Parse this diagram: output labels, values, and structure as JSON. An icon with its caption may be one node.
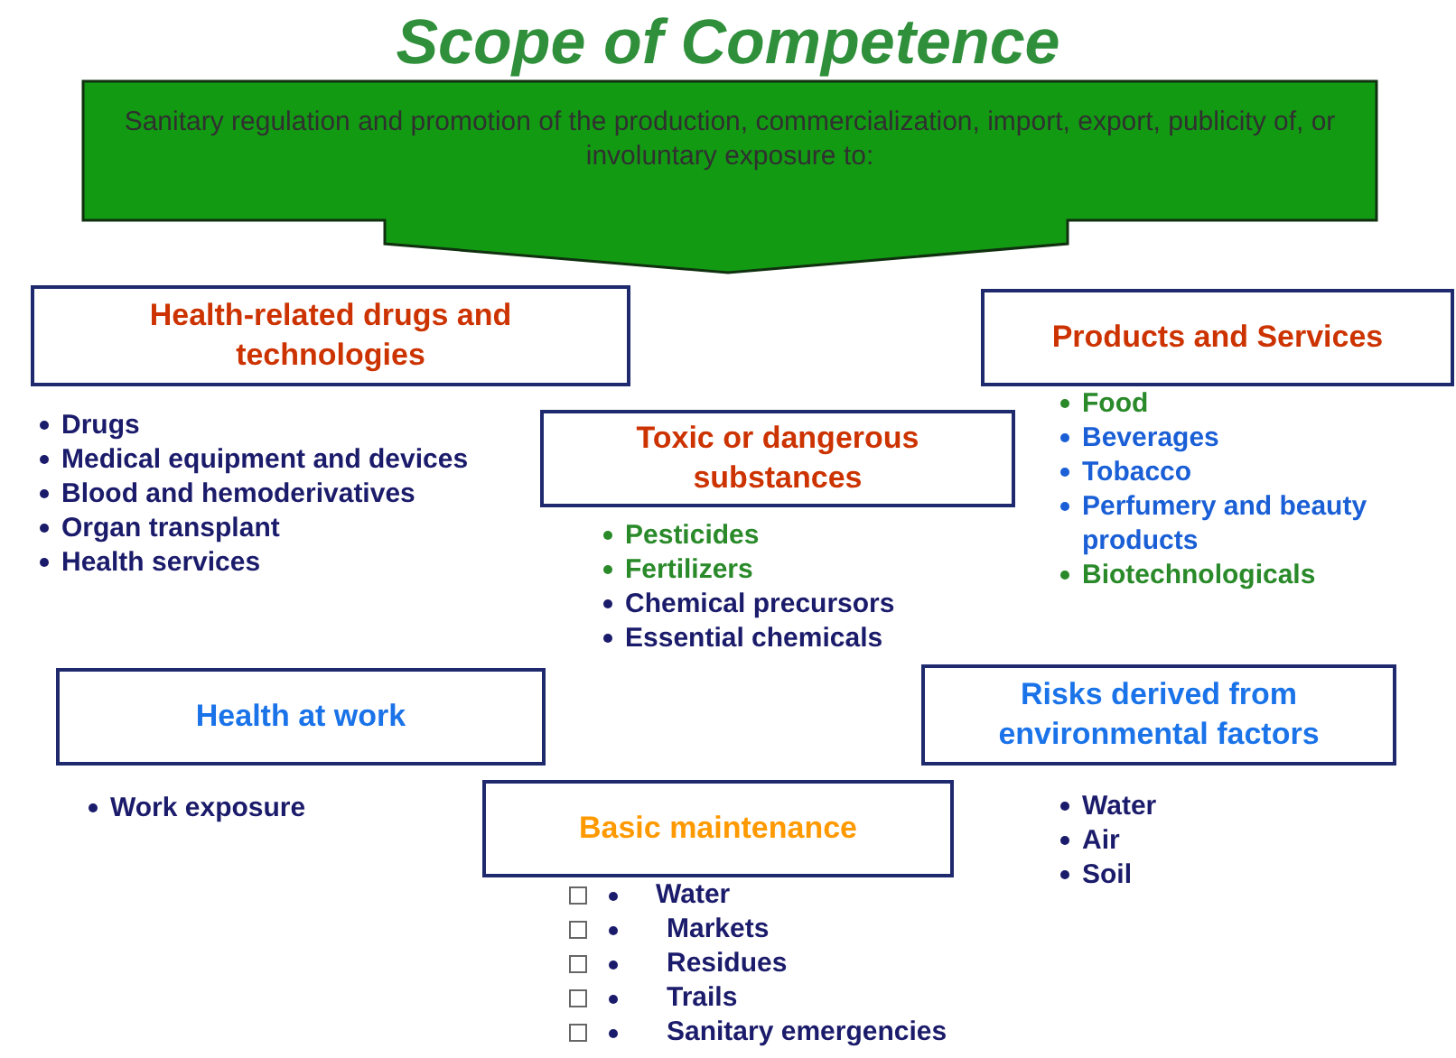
{
  "diagram": {
    "title": "Scope of Competence",
    "nodes": [
      {
        "text": [
          "Sanitary regulation and promotion of the production, commercialization, import, export, publicity of, or involuntary exposure to:"
        ]
      },
      {
        "text": [
          "Health-related drugs and technologies"
        ],
        "beside": [
          "Drugs",
          "Medical equipment and devices",
          "Blood and hemoderivatives",
          "Organ transplant",
          "Health services"
        ]
      },
      {
        "text": [
          "Products and Services"
        ],
        "beside": [
          "Food",
          "Beverages",
          "Tobacco",
          "Perfumery and beauty products",
          "Biotechnologicals"
        ]
      },
      {
        "text": [
          "Toxic or dangerous substances"
        ],
        "beside": [
          "Pesticides",
          "Fertilizers",
          "Chemical precursors",
          "Essential chemicals"
        ]
      },
      {
        "text": [
          "Health at work"
        ],
        "beside": [
          "Work exposure"
        ]
      },
      {
        "text": [
          "Risks derived from environmental factors"
        ],
        "beside": [
          "Water",
          "Air",
          "Soil"
        ]
      },
      {
        "text": [
          "Basic maintenance"
        ],
        "beside": [
          "Water",
          "Markets",
          "Residues",
          "Trails",
          "Sanitary emergencies"
        ]
      }
    ]
  }
}
